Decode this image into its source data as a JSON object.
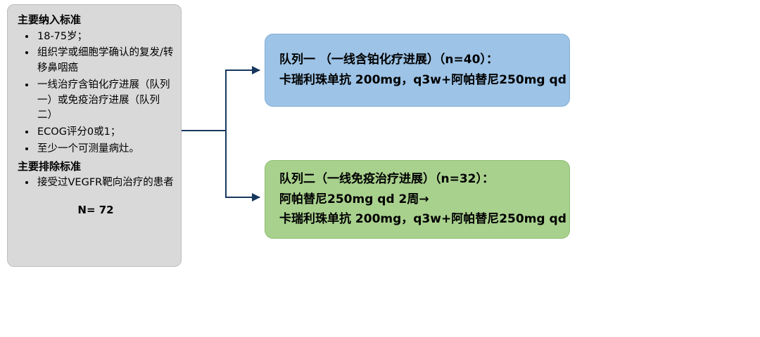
{
  "colors": {
    "criteria_box_fill": "#D9D9D9",
    "cohort1_fill": "#9DC3E6",
    "cohort2_fill": "#A9D18E",
    "connector": "#17375E"
  },
  "criteria": {
    "inclusion_title": "主要纳入标准",
    "inclusion_items": [
      "18-75岁；",
      "组织学或细胞学确认的复发/转移鼻咽癌",
      "一线治疗含铂化疗进展（队列一）或免疫治疗进展（队列二）",
      "ECOG评分0或1；",
      "至少一个可测量病灶。"
    ],
    "exclusion_title": "主要排除标准",
    "exclusion_items": [
      "接受过VEGFR靶向治疗的患者"
    ],
    "total_n": "N= 72"
  },
  "cohort1": {
    "title": "队列一 （一线含铂化疗进展）（n=40）：",
    "regimen_line": "卡瑞利珠单抗 200mg，q3w+阿帕替尼250mg qd"
  },
  "cohort2": {
    "title": "队列二（一线免疫治疗进展）（n=32）：",
    "regimen_line1": "阿帕替尼250mg qd 2周→",
    "regimen_line2": "卡瑞利珠单抗 200mg，q3w+阿帕替尼250mg qd"
  }
}
